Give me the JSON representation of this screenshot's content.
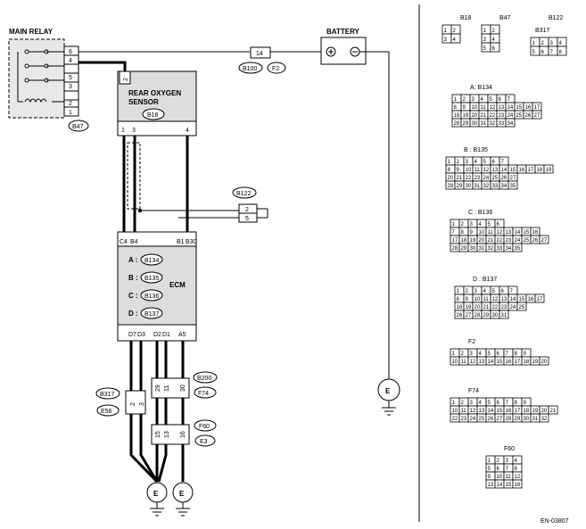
{
  "labels": {
    "main_relay": "MAIN RELAY",
    "battery": "BATTERY",
    "fuse": "14",
    "sensor_1": "REAR OXYGEN",
    "sensor_2": "SENSOR",
    "ecm": "ECM",
    "ground": "E"
  },
  "relay_pins": [
    "6",
    "4",
    "5",
    "3",
    "2",
    "1"
  ],
  "sensor": {
    "pin_top": "2",
    "pins": [
      "1",
      "3",
      "4"
    ]
  },
  "b122_pins": [
    "2",
    "5"
  ],
  "ecm": {
    "top_pins": [
      "C4",
      "B4",
      "B1",
      "B30"
    ],
    "conn_a": "A :",
    "conn_b": "B :",
    "conn_c": "C :",
    "conn_d": "D :",
    "bottom_pins": [
      "D7",
      "D3",
      "D2",
      "D1",
      "A5"
    ]
  },
  "b317_pins": [
    "2",
    "3"
  ],
  "b200_pins": [
    "29",
    "11",
    "30"
  ],
  "f60_pins": [
    "15",
    "13",
    "16"
  ],
  "connectors": {
    "b47": "B47",
    "b100": "B100",
    "f2": "F2",
    "b18": "B18",
    "b122": "B122",
    "b134": "B134",
    "b135": "B135",
    "b136": "B136",
    "b137": "B137",
    "b317": "B317",
    "e56": "E56",
    "b200": "B200",
    "f74": "F74",
    "f60": "F60",
    "e3": "E3"
  },
  "pinouts": [
    {
      "title": "B18",
      "rows": [
        [
          "1",
          "2"
        ],
        [
          "3",
          "4"
        ]
      ]
    },
    {
      "title": "B47",
      "rows": [
        [
          "1",
          "2"
        ],
        [
          "3",
          "4"
        ],
        [
          "5",
          "6"
        ]
      ]
    },
    {
      "title": "B122",
      "subtitle": "B317",
      "rows": [
        [
          "1",
          "2",
          "3",
          "4"
        ],
        [
          "5",
          "6",
          "7",
          "8"
        ]
      ]
    },
    {
      "title": "A: B134",
      "rows": [
        [
          "1",
          "2",
          "3",
          "4",
          "5",
          "6",
          "7"
        ],
        [
          "8",
          "9",
          "10",
          "11",
          "12",
          "13",
          "14",
          "15",
          "16",
          "17"
        ],
        [
          "18",
          "19",
          "20",
          "21",
          "22",
          "23",
          "24",
          "25",
          "26",
          "27"
        ],
        [
          "28",
          "29",
          "30",
          "31",
          "32",
          "33",
          "34"
        ]
      ]
    },
    {
      "title": "B : B135",
      "rows": [
        [
          "1",
          "2",
          "3",
          "4",
          "5",
          "6",
          "7"
        ],
        [
          "8",
          "9",
          "10",
          "11",
          "12",
          "13",
          "14",
          "15",
          "16",
          "17",
          "18",
          "19"
        ],
        [
          "20",
          "21",
          "22",
          "23",
          "24",
          "25",
          "26",
          "27"
        ],
        [
          "28",
          "29",
          "30",
          "31",
          "32",
          "33",
          "34",
          "35"
        ]
      ]
    },
    {
      "title": "C : B136",
      "rows": [
        [
          "1",
          "2",
          "3",
          "4",
          "5",
          "6"
        ],
        [
          "7",
          "8",
          "9",
          "10",
          "11",
          "12",
          "13",
          "14",
          "15",
          "16"
        ],
        [
          "17",
          "18",
          "19",
          "20",
          "21",
          "22",
          "23",
          "24",
          "25",
          "26",
          "27"
        ],
        [
          "28",
          "29",
          "30",
          "31",
          "32",
          "33",
          "34",
          "35"
        ]
      ]
    },
    {
      "title": "D : B137",
      "rows": [
        [
          "1",
          "2",
          "3",
          "4",
          "5",
          "6",
          "7"
        ],
        [
          "8",
          "9",
          "10",
          "11",
          "12",
          "13",
          "14",
          "15",
          "16",
          "17"
        ],
        [
          "18",
          "19",
          "20",
          "21",
          "22",
          "23",
          "24",
          "25"
        ],
        [
          "26",
          "27",
          "28",
          "29",
          "30",
          "31"
        ]
      ]
    },
    {
      "title": "F2",
      "rows": [
        [
          "1",
          "2",
          "3",
          "4",
          "5",
          "6",
          "7",
          "8",
          "9"
        ],
        [
          "10",
          "11",
          "12",
          "13",
          "14",
          "15",
          "16",
          "17",
          "18",
          "19",
          "20"
        ]
      ]
    },
    {
      "title": "F74",
      "rows": [
        [
          "1",
          "2",
          "3",
          "4",
          "5",
          "6",
          "7",
          "8",
          "9"
        ],
        [
          "10",
          "11",
          "12",
          "13",
          "14",
          "15",
          "16",
          "17",
          "18",
          "19",
          "20",
          "21"
        ],
        [
          "22",
          "23",
          "24",
          "25",
          "26",
          "27",
          "28",
          "29",
          "30",
          "31",
          "32"
        ]
      ]
    },
    {
      "title": "F60",
      "rows": [
        [
          "1",
          "2",
          "3",
          "4"
        ],
        [
          "5",
          "6",
          "7",
          "8"
        ],
        [
          "9",
          "10",
          "11",
          "12"
        ],
        [
          "13",
          "14",
          "15",
          "16"
        ]
      ]
    }
  ],
  "figure_code": "EN-03807"
}
